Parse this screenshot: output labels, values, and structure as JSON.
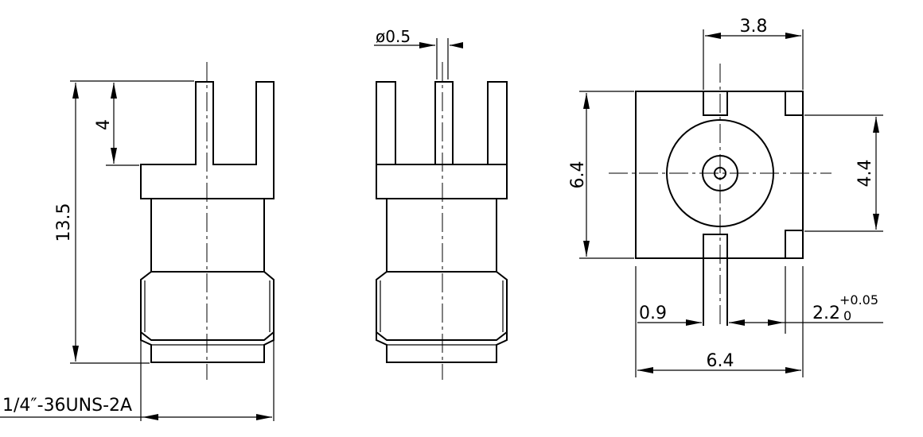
{
  "dimensions": {
    "height_total": "13.5",
    "pin_length": "4",
    "pin_diameter": "ø0.5",
    "thread": "1/4″-36UNS-2A",
    "pad_spacing": "3.8",
    "body_height": "6.4",
    "pad_pitch": "4.4",
    "pad_offset": "0.9",
    "pad_width": "2.2",
    "pad_tol_upper": "+0.05",
    "pad_tol_lower": "0",
    "body_width": "6.4"
  }
}
